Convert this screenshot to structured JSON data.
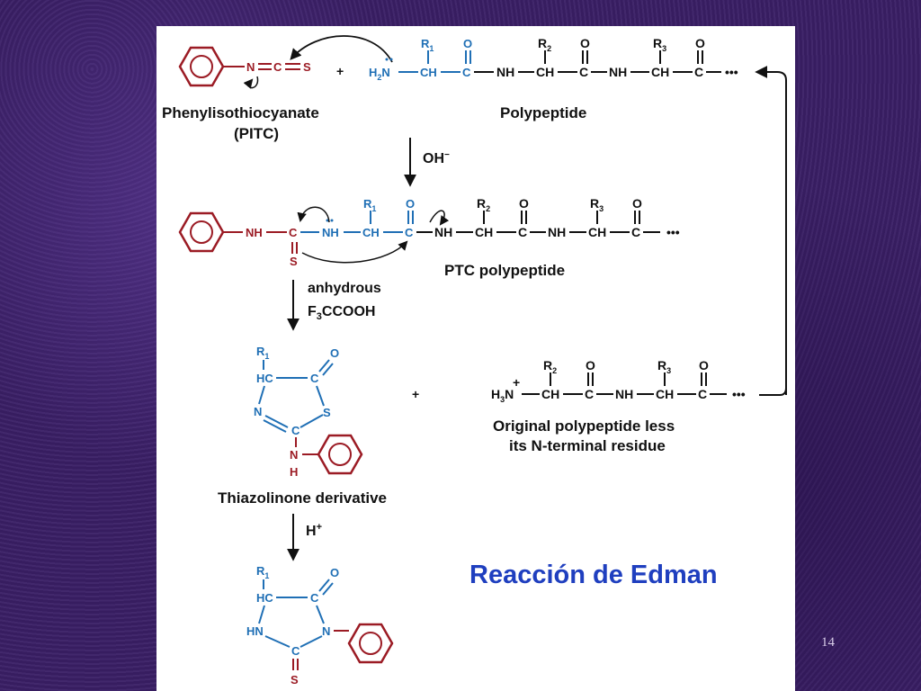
{
  "slide": {
    "title": "Reacción de Edman",
    "page_number": "14"
  },
  "labels": {
    "pitc_name": "Phenylisothiocyanate",
    "pitc_abbr": "(PITC)",
    "polypeptide": "Polypeptide",
    "ptc_polypeptide": "PTC polypeptide",
    "original_line1": "Original polypeptide less",
    "original_line2": "its N-terminal residue",
    "thiazolinone": "Thiazolinone derivative"
  },
  "conditions": {
    "step1": "OH",
    "step1_sup": "−",
    "step2_line1": "anhydrous",
    "step2_line2_a": "F",
    "step2_line2_sub": "3",
    "step2_line2_b": "CCOOH",
    "step3": "H",
    "step3_sup": "+"
  },
  "atoms": {
    "N": "N",
    "C": "C",
    "S": "S",
    "O": "O",
    "H": "H",
    "NH": "NH",
    "CH": "CH",
    "HC": "HC",
    "HN": "HN",
    "H2N_a": "H",
    "H2N_sub": "2",
    "H2N_b": "N",
    "H3N_a": "H",
    "H3N_sub": "3",
    "H3N_b": "N",
    "R": "R",
    "sub1": "1",
    "sub2": "2",
    "sub3": "3",
    "plus": "+",
    "dots": "•••"
  },
  "colors": {
    "blue": "#1f6fb5",
    "red": "#9b1b24",
    "black": "#111111",
    "title": "#1f3fbf",
    "background": "#3a1f66"
  }
}
